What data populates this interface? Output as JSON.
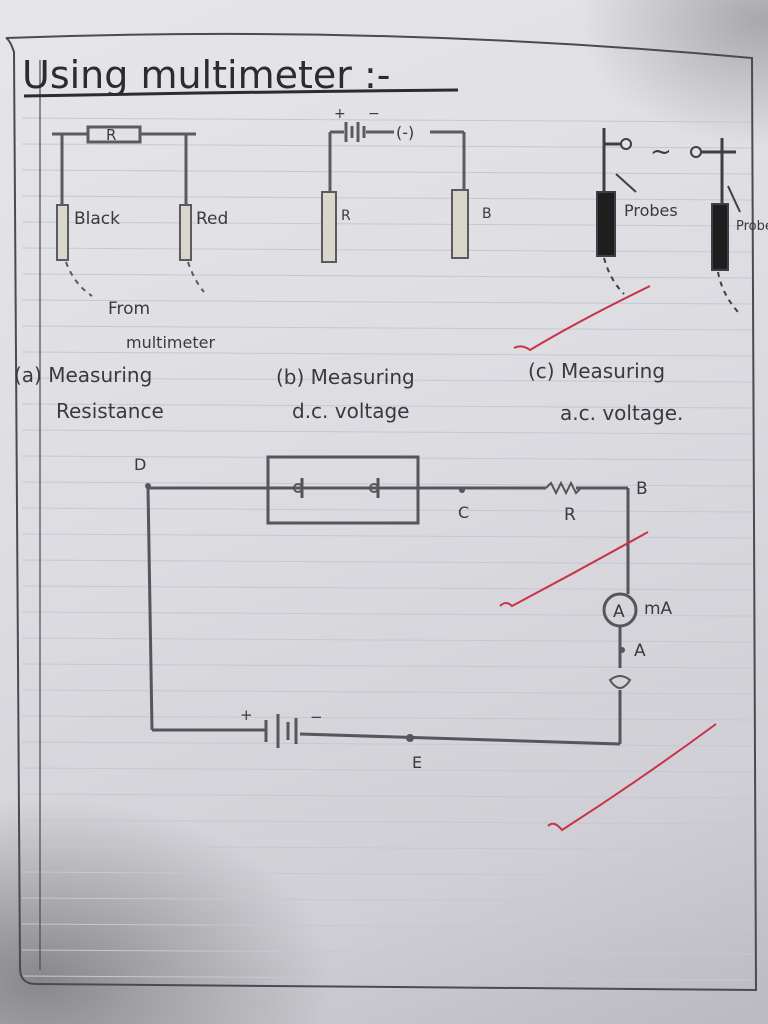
{
  "title": "Using multimeter :-",
  "figures": {
    "resistance": {
      "resistor_label": "R",
      "black_label": "Black",
      "red_label": "Red",
      "from_line1": "From",
      "from_line2": "multimeter",
      "caption_line1": "(a) Measuring",
      "caption_line2": "Resistance"
    },
    "dc_voltage": {
      "plus_sign": "+",
      "minus_sign": "−",
      "bracket_label": "(-)",
      "left_probe_label": "R",
      "right_probe_label": "B",
      "caption_line1": "(b) Measuring",
      "caption_line2": "d.c. voltage"
    },
    "ac_voltage": {
      "ac_symbol": "~",
      "probes_label": "Probes",
      "probes_label_2": "Probes",
      "caption_line1": "(c) Measuring",
      "caption_line2": "a.c. voltage."
    }
  },
  "circuit": {
    "node_d": "D",
    "node_b": "B",
    "node_c": "C",
    "resistor": "R",
    "ammeter_symbol": "A",
    "ammeter_unit": "mA",
    "node_a": "A",
    "node_e": "E",
    "battery_plus": "+",
    "battery_minus": "−"
  },
  "colors": {
    "ink": "#3a3a3e",
    "pencil": "#5a5a60",
    "red_tick": "#c8324a",
    "margin_line": "#4a4a50",
    "ruled_line": "#c4c8d6",
    "probe_light": "#d9d6cc",
    "probe_dark": "#1e1e1e"
  }
}
